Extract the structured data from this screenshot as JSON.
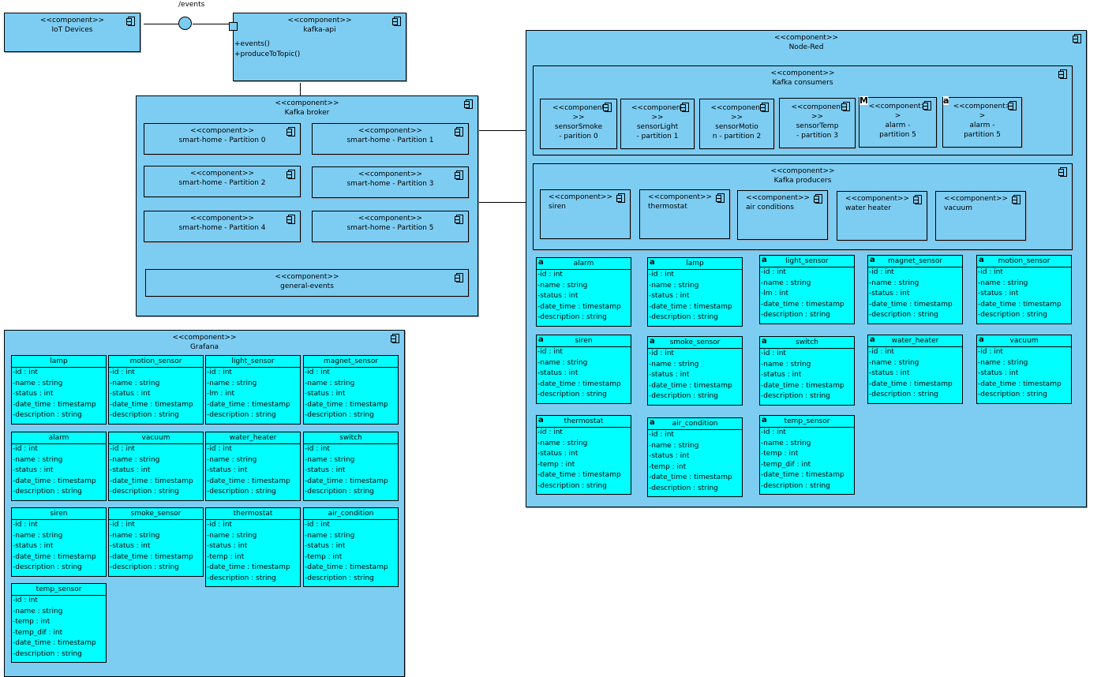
{
  "stereotype": "<<component>>",
  "interface_label": "/events",
  "iot": {
    "name": "IoT Devices"
  },
  "kafka_api": {
    "name": "kafka-api",
    "operations": [
      "+events()",
      "+produceToTopic()"
    ]
  },
  "broker": {
    "name": "Kafka broker",
    "partitions": [
      "smart-home - Partition 0",
      "smart-home - Partition 1",
      "smart-home - Partition 2",
      "smart-home - Partition 3",
      "smart-home - Partition 4",
      "smart-home - Partition 5"
    ],
    "general": "general-events"
  },
  "node_red": {
    "name": "Node-Red",
    "consumers": {
      "name": "Kafka consumers",
      "items": [
        {
          "st": "<<component\n>>",
          "name": "sensorSmoke\n- parition 0"
        },
        {
          "st": "<<component\n>>",
          "name": "sensorLight\n- partition 1"
        },
        {
          "st": "<<component\n>>",
          "name": "sensorMotio\nn - partition 2"
        },
        {
          "st": "<<component\n>>",
          "name": "sensorTemp\n- partition 3"
        },
        {
          "st": "<<component>\n>",
          "name": "alarm -\npartition 5",
          "marker": "M"
        },
        {
          "st": "<<component>\n>",
          "name": "alarm -\npartition 5",
          "marker": "a"
        }
      ]
    },
    "producers": {
      "name": "Kafka producers",
      "items": [
        "siren",
        "thermostat",
        "air conditions",
        "water heater",
        "vacuum"
      ]
    },
    "classes": [
      {
        "name": "alarm",
        "attrs": [
          "-id : int",
          "-name : string",
          "-status : int",
          "-date_time : timestamp",
          "-description : string"
        ]
      },
      {
        "name": "lamp",
        "attrs": [
          "-id : int",
          "-name : string",
          "-status : int",
          "-date_time : timestamp",
          "-description : string"
        ]
      },
      {
        "name": "light_sensor",
        "attrs": [
          "-id : int",
          "-name : string",
          "-lm : int",
          "-date_time : timestamp",
          "-description : string"
        ]
      },
      {
        "name": "magnet_sensor",
        "attrs": [
          "-id : int",
          "-name : string",
          "-status : int",
          "-date_time : timestamp",
          "-description : string"
        ]
      },
      {
        "name": "motion_sensor",
        "attrs": [
          "-id : int",
          "-name : string",
          "-status : int",
          "-date_time : timestamp",
          "-description : string"
        ]
      },
      {
        "name": "siren",
        "attrs": [
          "-id : int",
          "-name : string",
          "-status : int",
          "-date_time : timestamp",
          "-description : string"
        ]
      },
      {
        "name": "smoke_sensor",
        "attrs": [
          "-id : int",
          "-name : string",
          "-status : int",
          "-date_time : timestamp",
          "-description : string"
        ]
      },
      {
        "name": "switch",
        "attrs": [
          "-id : int",
          "-name : string",
          "-status : int",
          "-date_time : timestamp",
          "-description : string"
        ]
      },
      {
        "name": "water_heater",
        "attrs": [
          "-id : int",
          "-name : string",
          "-status : int",
          "-date_time : timestamp",
          "-description : string"
        ]
      },
      {
        "name": "vacuum",
        "attrs": [
          "-id : int",
          "-name : string",
          "-status : int",
          "-date_time : timestamp",
          "-description : string"
        ]
      },
      {
        "name": "thermostat",
        "attrs": [
          "-id : int",
          "-name : string",
          "-status : int",
          "-temp : int",
          "-date_time : timestamp",
          "-description : string"
        ]
      },
      {
        "name": "air_condition",
        "attrs": [
          "-id : int",
          "-name : string",
          "-status : int",
          "-temp : int",
          "-date_time : timestamp",
          "-description : string"
        ]
      },
      {
        "name": "temp_sensor",
        "attrs": [
          "-id : int",
          "-name : string",
          "-temp : int",
          "-temp_dif : int",
          "-date_time : timestamp",
          "-description : string"
        ]
      }
    ]
  },
  "grafana": {
    "name": "Grafana",
    "classes": [
      {
        "name": "lamp",
        "attrs": [
          "-id : int",
          "-name : string",
          "-status : int",
          "-date_time : timestamp",
          "-description : string"
        ]
      },
      {
        "name": "motion_sensor",
        "attrs": [
          "-id : int",
          "-name : string",
          "-status : int",
          "-date_time : timestamp",
          "-description : string"
        ]
      },
      {
        "name": "light_sensor",
        "attrs": [
          "-id : int",
          "-name : string",
          "-lm : int",
          "-date_time : timestamp",
          "-description : string"
        ]
      },
      {
        "name": "magnet_sensor",
        "attrs": [
          "-id : int",
          "-name : string",
          "-status : int",
          "-date_time : timestamp",
          "-description : string"
        ]
      },
      {
        "name": "alarm",
        "attrs": [
          "-id : int",
          "-name : string",
          "-status : int",
          "-date_time : timestamp",
          "-description : string"
        ]
      },
      {
        "name": "vacuum",
        "attrs": [
          "-id : int",
          "-name : string",
          "-status : int",
          "-date_time : timestamp",
          "-description : string"
        ]
      },
      {
        "name": "water_heater",
        "attrs": [
          "-id : int",
          "-name : string",
          "-status : int",
          "-date_time : timestamp",
          "-description : string"
        ]
      },
      {
        "name": "switch",
        "attrs": [
          "-id : int",
          "-name : string",
          "-status : int",
          "-date_time : timestamp",
          "-description : string"
        ]
      },
      {
        "name": "siren",
        "attrs": [
          "-id : int",
          "-name : string",
          "-status : int",
          "-date_time : timestamp",
          "-description : string"
        ]
      },
      {
        "name": "smoke_sensor",
        "attrs": [
          "-id : int",
          "-name : string",
          "-status : int",
          "-date_time : timestamp",
          "-description : string"
        ]
      },
      {
        "name": "thermostat",
        "attrs": [
          "-id : int",
          "-name : string",
          "-status : int",
          "-temp : int",
          "-date_time : timestamp",
          "-description : string"
        ]
      },
      {
        "name": "air_condition",
        "attrs": [
          "-id : int",
          "-name : string",
          "-status : int",
          "-temp : int",
          "-date_time : timestamp",
          "-description : string"
        ]
      },
      {
        "name": "temp_sensor",
        "attrs": [
          "-id : int",
          "-name : string",
          "-temp : int",
          "-temp_dif : int",
          "-date_time : timestamp",
          "-description : string"
        ]
      }
    ]
  },
  "colors": {
    "component": "#7dcdf3",
    "class": "#00ffff"
  }
}
